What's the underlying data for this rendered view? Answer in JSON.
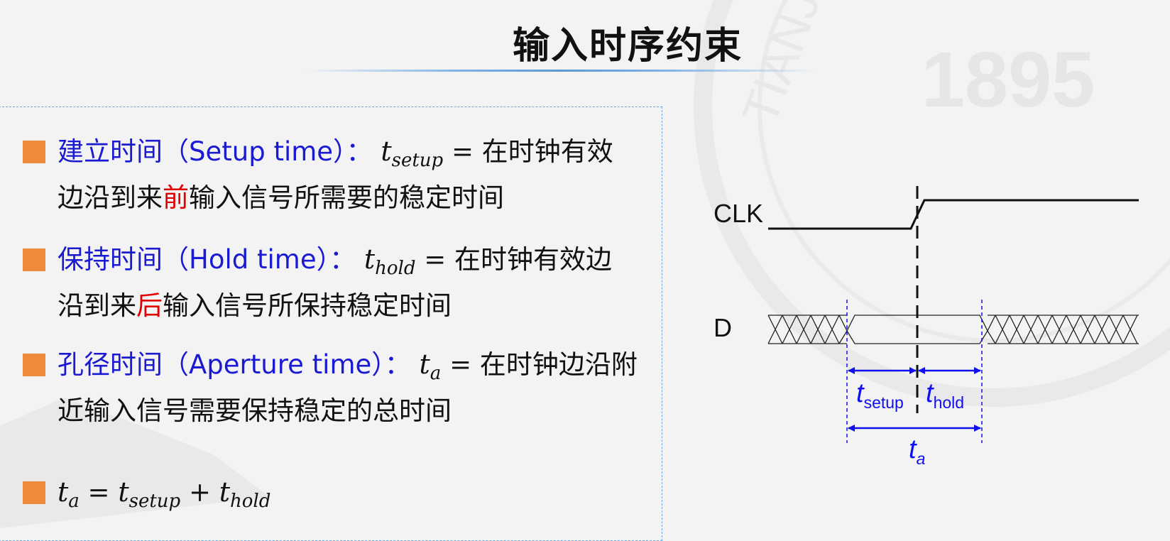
{
  "title": "输入时序约束",
  "items": [
    {
      "term": "建立时间（Setup time）：",
      "sym": "t",
      "sub": "setup",
      "eq": " = ",
      "rest1": "在时钟有效",
      "line2_pre": "边沿到来",
      "line2_red": "前",
      "line2_post": "输入信号所需要的稳定时间"
    },
    {
      "term": "保持时间（Hold time）：",
      "sym": "t",
      "sub": "hold",
      "eq": " = ",
      "rest1": "在时钟有效边",
      "line2_pre": "沿到来",
      "line2_red": "后",
      "line2_post": "输入信号所保持稳定时间"
    },
    {
      "term": "孔径时间（Aperture time）：",
      "sym": "t",
      "sub": "a",
      "eq": " = ",
      "rest1": "在时钟边沿附",
      "line2": "近输入信号需要保持稳定的总时间"
    }
  ],
  "formula": {
    "lhs_sym": "t",
    "lhs_sub": "a",
    "eq": " = ",
    "a_sym": "t",
    "a_sub": "setup",
    "plus": " + ",
    "b_sym": "t",
    "b_sub": "hold"
  },
  "diagram": {
    "clk_label": "CLK",
    "d_label": "D",
    "setup_sym": "t",
    "setup_sub": "setup",
    "hold_sym": "t",
    "hold_sub": "hold",
    "a_sym": "t",
    "a_sub": "a"
  },
  "colors": {
    "term": "#1a1ad2",
    "highlight": "#e00000",
    "bullet": "#ee8a3a",
    "annotation": "#1010ee"
  }
}
